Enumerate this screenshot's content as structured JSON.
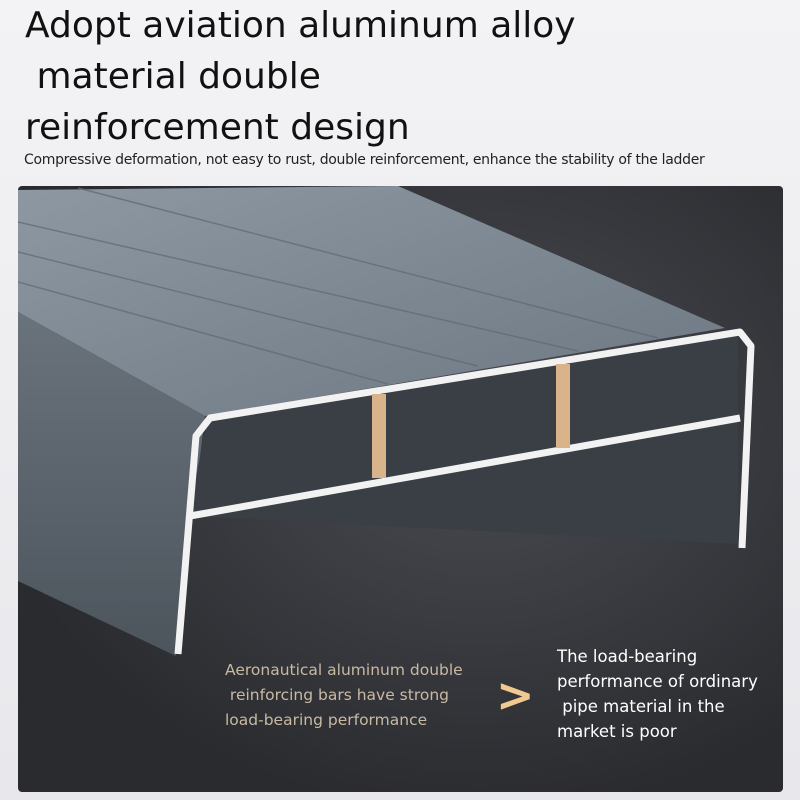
{
  "title_lines": [
    "Adopt aviation aluminum alloy",
    " material double",
    "reinforcement design"
  ],
  "subtitle": "Compressive deformation, not easy to rust, double reinforcement, enhance the stability of the ladder",
  "comparison": {
    "left_lines": [
      "Aeronautical aluminum double",
      " reinforcing bars have strong",
      "load-bearing performance"
    ],
    "symbol": ">",
    "right_lines": [
      "The load-bearing",
      "performance of ordinary",
      " pipe material in the",
      "market is poor"
    ]
  },
  "colors": {
    "accent": "#f0c890",
    "bar": "#d9b48a"
  }
}
